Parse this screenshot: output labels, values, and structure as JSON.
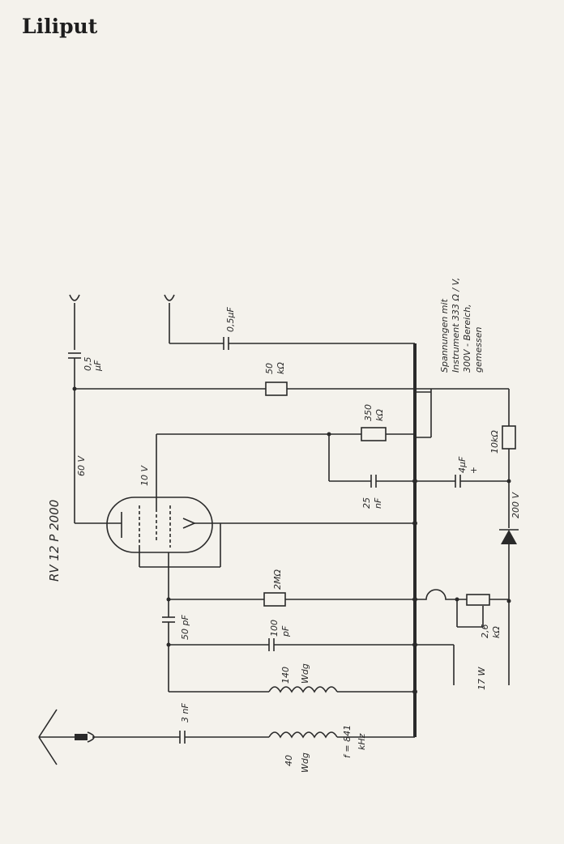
{
  "title": "Liliput",
  "tube": "RV 12 P 2000",
  "note_lines": [
    "Spannungen mit",
    "Instrument 333 Ω / V,",
    "300V - Bereich,",
    "gemessen"
  ],
  "labels": {
    "c_05uf_top": "0,5μF",
    "c_05uf_left_1": "0,5",
    "c_05uf_left_2": "μF",
    "r_50k_1": "50",
    "r_50k_2": "kΩ",
    "r_350k_1": "350",
    "r_350k_2": "kΩ",
    "r_10k": "10kΩ",
    "c_4uf": "4μF",
    "plus": "+",
    "c_25nf_1": "25",
    "c_25nf_2": "nF",
    "v_60": "60 V",
    "v_10": "10 V",
    "v_200": "200 V",
    "r_2m": "2MΩ",
    "c_50pf": "50 pF",
    "c_100pf_1": "100",
    "c_100pf_2": "pF",
    "r_26k_1": "2,6",
    "r_26k_2": "kΩ",
    "w_17": "17 W",
    "l_140_1": "140",
    "l_140_2": "Wdg",
    "c_3nf": "3 nF",
    "l_40_1": "40",
    "l_40_2": "Wdg",
    "freq_1": "f = 841",
    "freq_2": "kHz"
  }
}
